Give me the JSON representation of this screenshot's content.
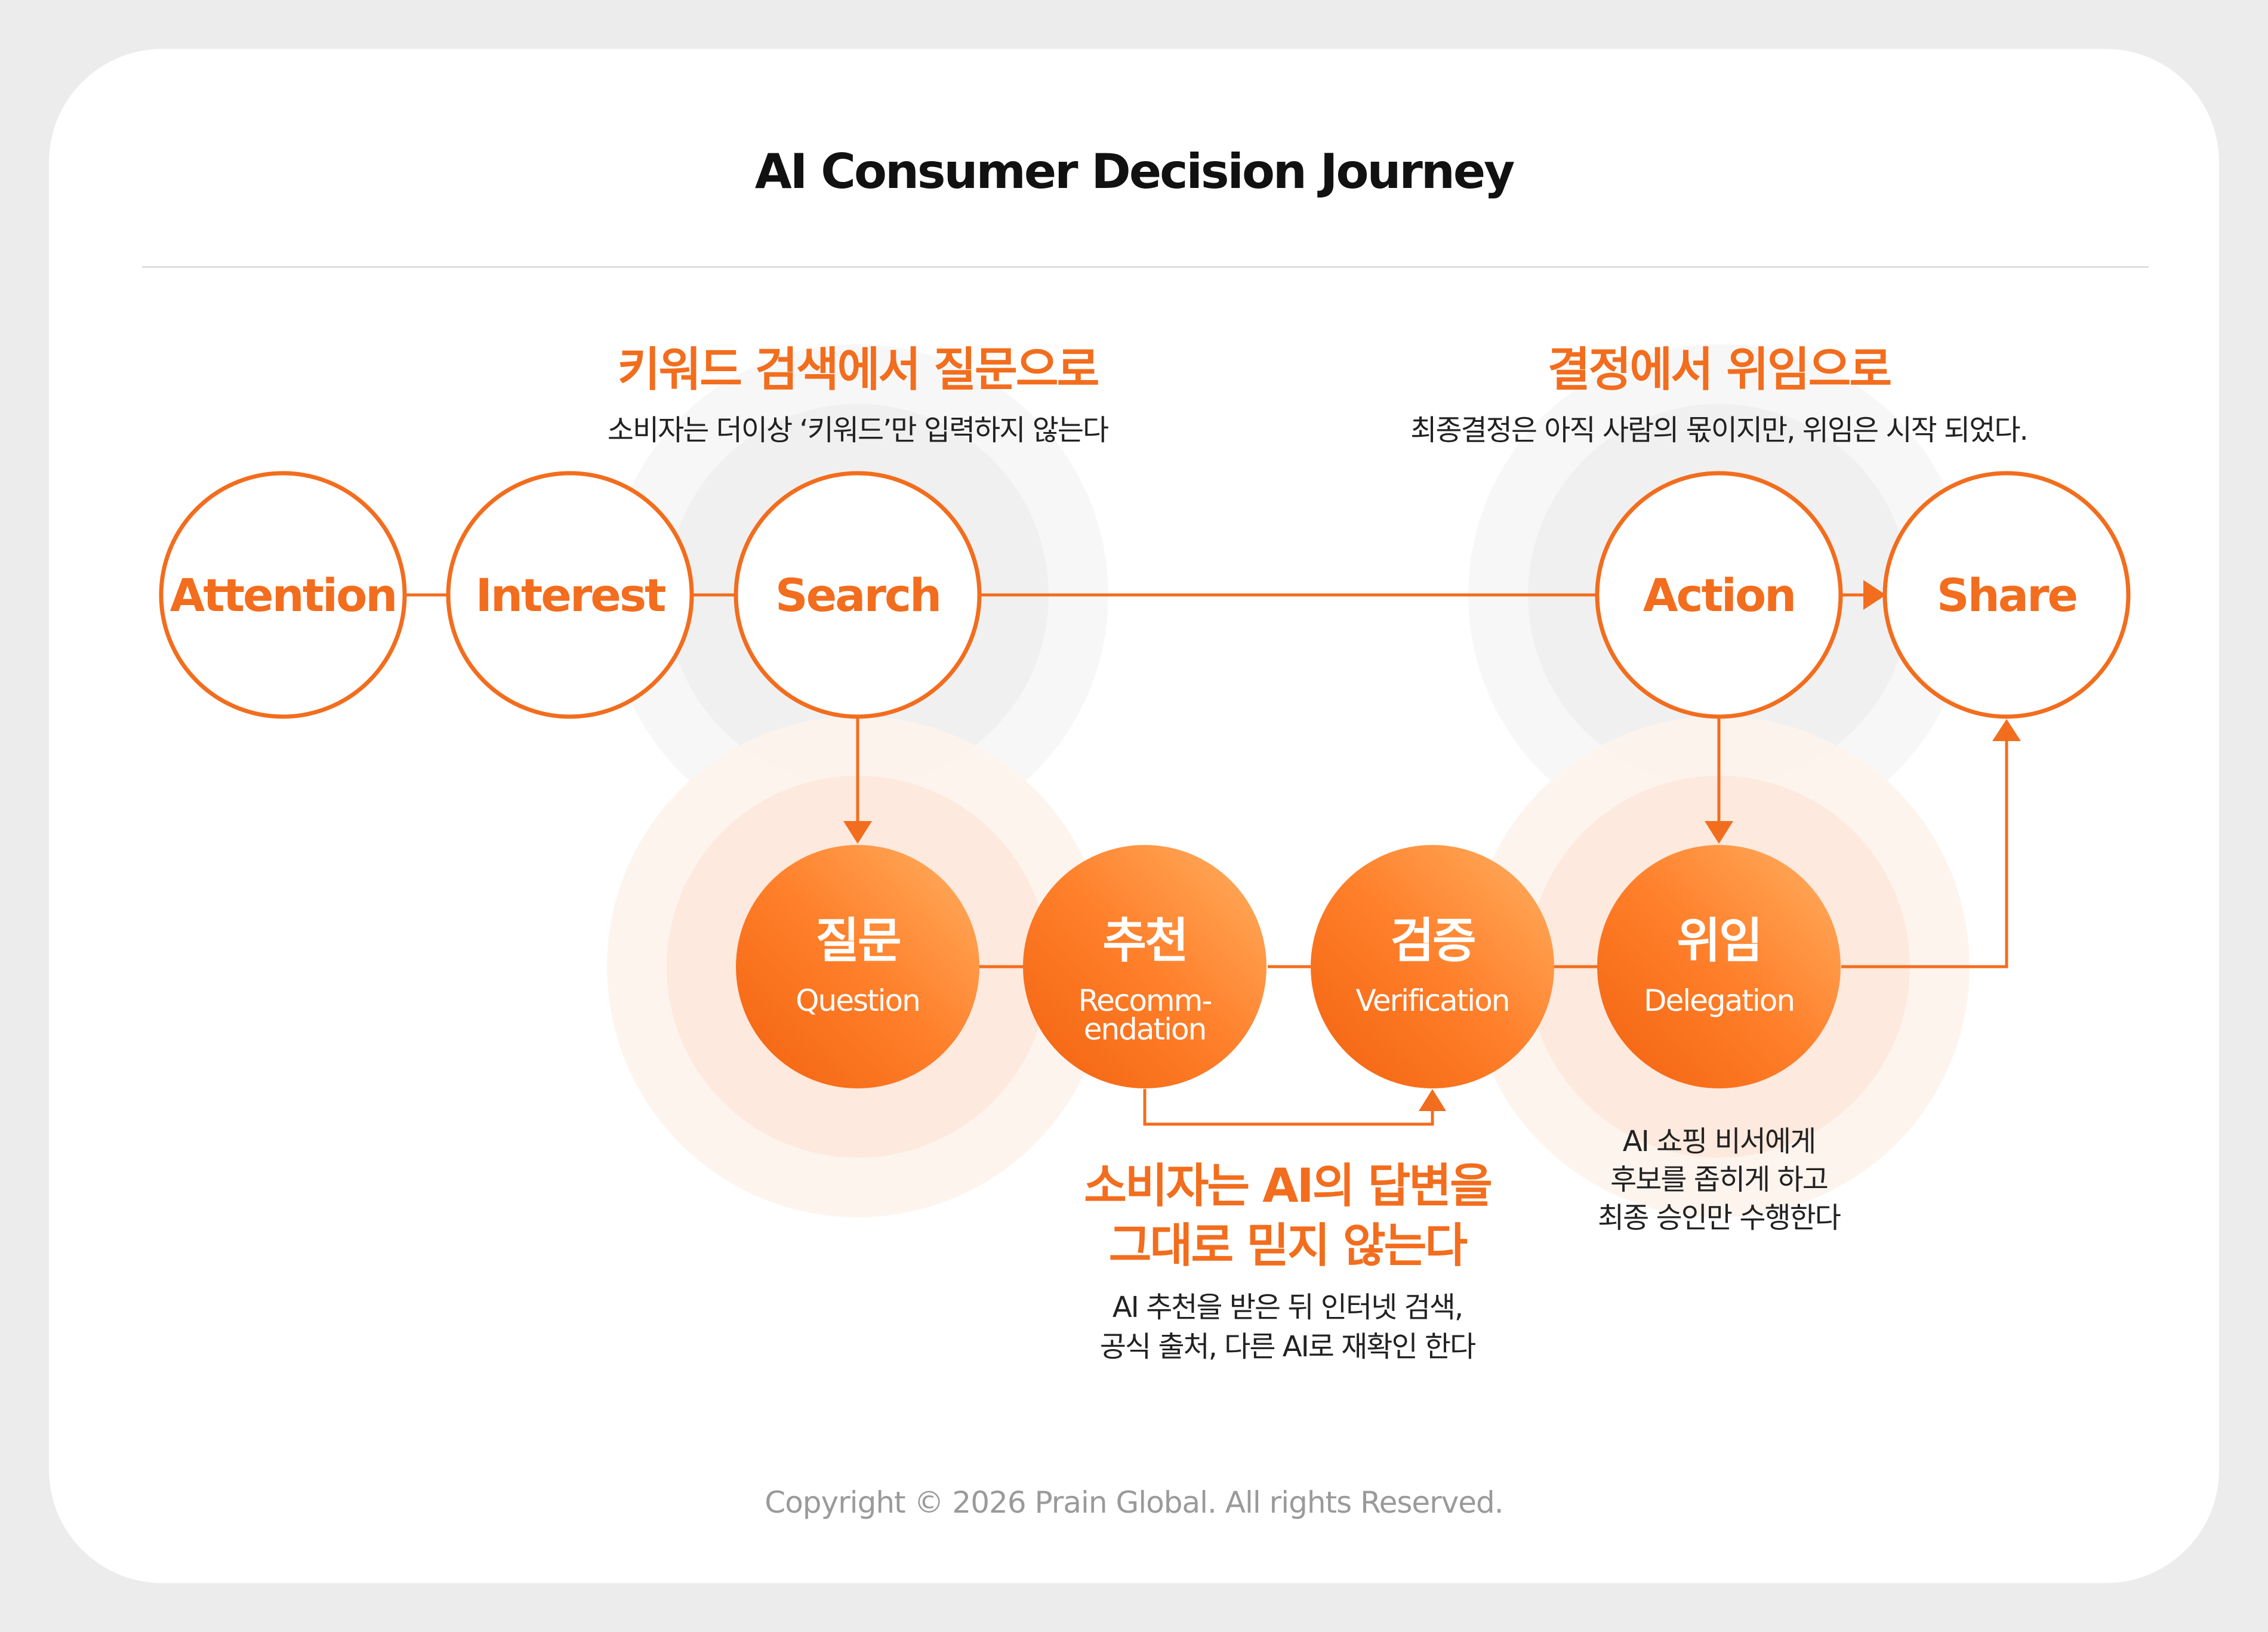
{
  "title": "AI Consumer Decision Journey",
  "colors": {
    "accent": "#f26d1d",
    "accent_light": "#ffa04e",
    "halo": "#f3f3f3",
    "halo_warm": "#fdebe0"
  },
  "top_stages": [
    {
      "label": "Attention"
    },
    {
      "label": "Interest"
    },
    {
      "label": "Search"
    },
    {
      "label": "Action"
    },
    {
      "label": "Share"
    }
  ],
  "ai_stages": [
    {
      "label": "질문",
      "sub1": "Question",
      "sub2": ""
    },
    {
      "label": "추천",
      "sub1": "Recomm-",
      "sub2": "endation"
    },
    {
      "label": "검증",
      "sub1": "Verification",
      "sub2": ""
    },
    {
      "label": "위임",
      "sub1": "Delegation",
      "sub2": ""
    }
  ],
  "annotations": {
    "search": {
      "heading": "키워드 검색에서 질문으로",
      "line1": "소비자는 더이상 ‘키워드’만 입력하지 않는다"
    },
    "delegation": {
      "heading": "결정에서 위임으로",
      "line1": "최종결정은 아직 사람의 몫이지만, 위임은 시작 되었다."
    },
    "verification": {
      "heading1": "소비자는 AI의 답변을",
      "heading2": "그대로 믿지 않는다",
      "line1": "AI 추천을 받은 뒤 인터넷 검색,",
      "line2": "공식 출처, 다른 AI로 재확인 한다"
    },
    "delegate_note": {
      "line1": "AI 쇼핑 비서에게",
      "line2": "후보를 좁히게 하고",
      "line3": "최종 승인만 수행한다"
    }
  },
  "footer": "Copyright © 2026 Prain Global. All rights Reserved."
}
